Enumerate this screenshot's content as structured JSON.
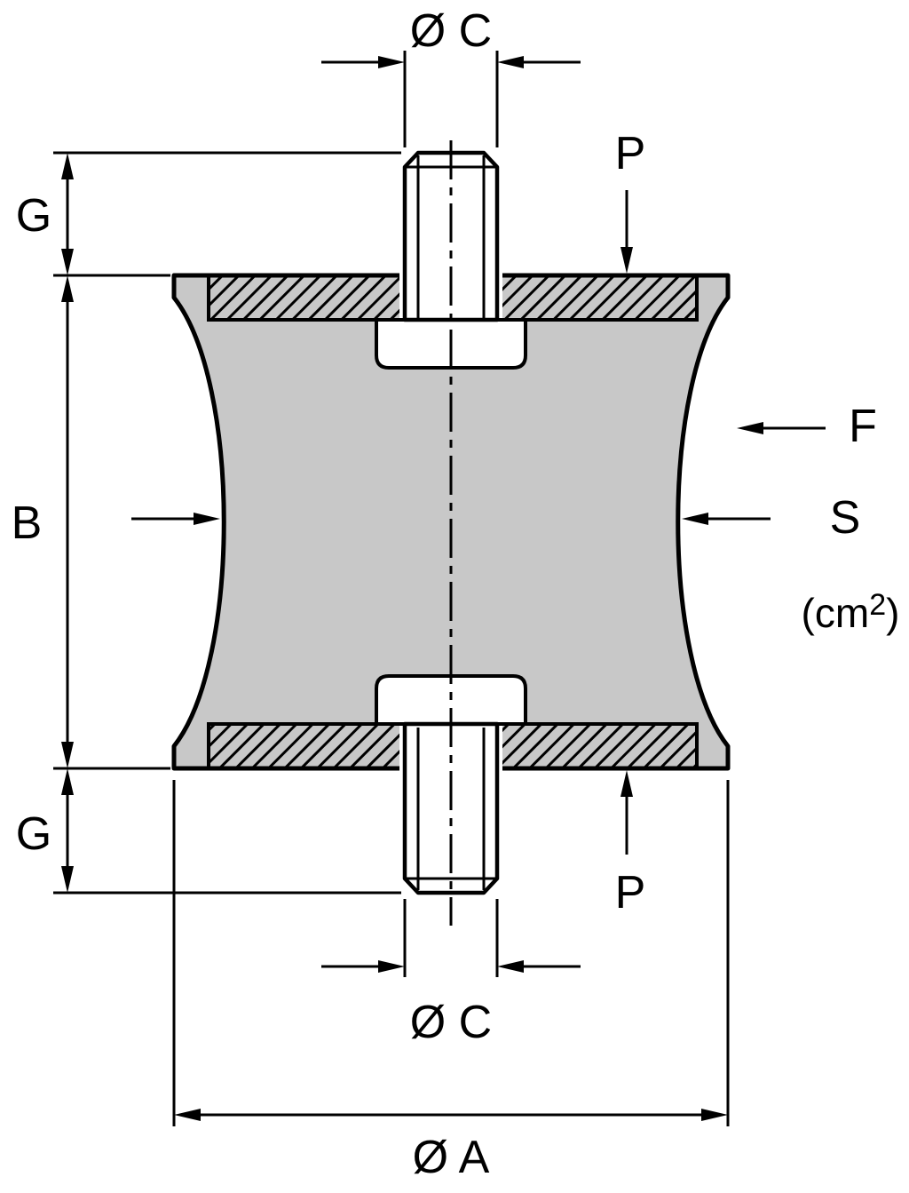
{
  "diagram": {
    "labels": {
      "dia_c_top": "Ø C",
      "p_top": "P",
      "g_top": "G",
      "b": "B",
      "f": "F",
      "s": "S",
      "s_unit_prefix": "(cm",
      "s_unit_sup": "2",
      "s_unit_suffix": ")",
      "g_bottom": "G",
      "p_bottom": "P",
      "dia_c_bottom": "Ø C",
      "dia_a": "Ø A"
    },
    "colors": {
      "body_fill": "#c8c8c8",
      "line": "#000000",
      "background": "#ffffff"
    }
  }
}
